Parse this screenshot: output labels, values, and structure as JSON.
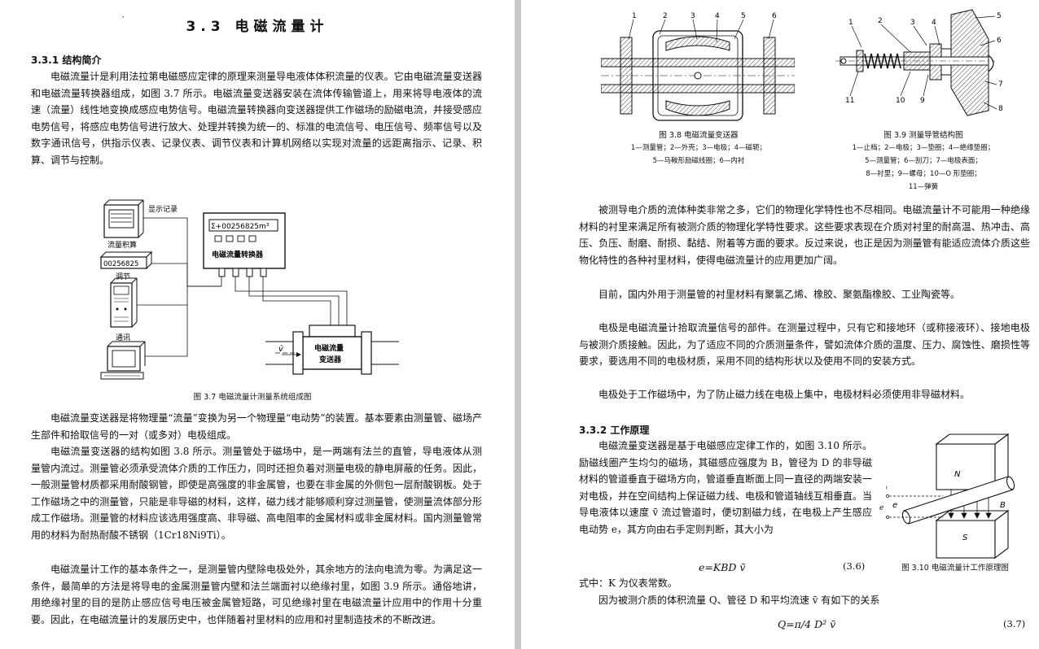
{
  "left_page": {
    "stray_mark": "′",
    "chapter_title": "3.3  电磁流量计",
    "section_331_title": "3.3.1  结构简介",
    "para_1": "电磁流量计是利用法拉第电磁感应定律的原理来测量导电液体体积流量的仪表。它由电磁流量变送器和电磁流量转换器组成，如图 3.7 所示。电磁流量变送器安装在流体传输管道上，用来将导电液体的流速（流量）线性地变换成感应电势信号。电磁流量转换器向变送器提供工作磁场的励磁电流，并接受感应电势信号，将感应电势信号进行放大、处理并转换为统一的、标准的电流信号、电压信号、频率信号以及数字通讯信号，供指示仪表、记录仪表、调节仪表和计算机网络以实现对流量的远距离指示、记录、积算、调节与控制。",
    "fig37": {
      "label_display": "显示记录",
      "label_totalizer": "流量积算",
      "totalizer_value": "00256825",
      "label_regulate": "调节",
      "label_comm": "通讯",
      "converter_readout": "Σ+00256825m³",
      "converter_name": "电磁流量转换器",
      "flow_symbol": "v̄",
      "transmitter_line1": "电磁流量",
      "transmitter_line2": "变送器",
      "caption": "图 3.7   电磁流量计测量系统组成图"
    },
    "para_2": "电磁流量变送器是将物理量“流量”变换为另一个物理量“电动势”的装置。基本要素由测量管、磁场产生部件和拾取信号的一对（或多对）电极组成。",
    "para_3": "电磁流量变送器的结构如图 3.8 所示。测量管处于磁场中，是一两端有法兰的直管，导电液体从测量管内流过。测量管必须承受流体介质的工作压力，同时还担负着对测量电极的静电屏蔽的任务。因此，一般测量管材质都采用耐酸钢管，即使是高强度的非金属管，也要在非金属的外侧包一层耐酸钢板。处于工作磁场之中的测量管，只能是非导磁的材料，这样，磁力线才能够顺利穿过测量管，使测量流体部分形成工作磁场。测量管的材料应该选用强度高、非导磁、高电阻率的金属材料或非金属材料。国内测量管常用的材料为耐热耐酸不锈钢（1Cr18Ni9Ti）。",
    "para_4": "电磁流量计工作的基本条件之一，是测量管内壁除电极处外，其余地方的法向电流为零。为满足这一条件，最简单的方法是将导电的金属测量管内壁和法兰端面衬以绝缘衬里，如图 3.9 所示。通俗地讲，用绝缘衬里的目的是防止感应信号电压被金属管短路，可见绝缘衬里在电磁流量计应用中的作用十分重要。因此，在电磁流量计的发展历史中，也伴随着衬里材料的应用和衬里制造技术的不断改进。"
  },
  "right_page": {
    "fig38": {
      "numbers": [
        "1",
        "2",
        "3",
        "4",
        "5",
        "6"
      ],
      "caption_title": "图 3.8   电磁流量变送器",
      "caption_line1": "1—测量管；2—外壳；3—电极；4—磁轭；",
      "caption_line2": "5—马鞍形励磁线圈；6—内衬"
    },
    "fig39": {
      "numbers_top": [
        "1",
        "2",
        "3",
        "4",
        "5",
        "6",
        "7",
        "8"
      ],
      "numbers_bottom": [
        "11",
        "10",
        "9"
      ],
      "caption_title": "图 3.9   测量导管结构图",
      "caption_line1": "1—止档；2—电极；3—垫圈；4—绝缘垫圈；",
      "caption_line2": "5—测量管；6—刮刀；7—电极表面；",
      "caption_line3": "8—衬里；9—螺母；10—O 形垫圈；",
      "caption_line4": "11—弹簧"
    },
    "para_5": "被测导电介质的流体种类非常之多，它们的物理化学特性也不尽相同。电磁流量计不可能用一种绝缘材料的衬里来满足所有被测介质的物理化学特性要求。这些要求表现在介质对衬里的耐高温、热冲击、高压、负压、耐磨、耐损、黏结、附着等方面的要求。反过来说，也正是因为测量管有能适应流体介质这些物化特性的各种衬里材料，使得电磁流量计的应用更加广阔。",
    "para_6": "目前，国内外用于测量管的衬里材料有聚氯乙烯、橡胶、聚氨酯橡胶、工业陶瓷等。",
    "para_7": "电极是电磁流量计拾取流量信号的部件。在测量过程中，只有它和接地环（或称接液环）、接地电极与被测介质接触。因此，为了适应不同的介质测量条件，譬如流体介质的温度、压力、腐蚀性、磨损性等要求，要选用不同的电极材质，采用不同的结构形状以及使用不同的安装方式。",
    "para_8": "电极处于工作磁场中，为了防止磁力线在电极上集中，电极材料必须使用非导磁材料。",
    "section_332_title": "3.3.2  工作原理",
    "para_9": "电磁流量变送器是基于电磁感应定律工作的，如图 3.10 所示。励磁线圈产生均匀的磁场，其磁感应强度为 B，管径为 D 的非导磁材料的管道垂直于磁场方向，管道垂直断面上同一直径的两端安装一对电极，并在空间结构上保证磁力线、电极和管道轴线互相垂直。当导电液体以速度 v̄ 流过管道时，便切割磁力线，在电极上产生感应电动势 e，其方向由右手定则判断，其大小为",
    "fig310": {
      "label_N": "N",
      "label_S": "S",
      "label_B": "B",
      "label_v": "v̄",
      "label_e1": "e",
      "label_e2": "e",
      "caption": "图 3.10   电磁流量计工作原理图"
    },
    "formula_36": "e=KBD v̄",
    "formula_36_num": "(3.6)",
    "para_10": "式中：K 为仪表常数。",
    "para_11": "因为被测介质的体积流量 Q、管径 D 和平均流速 v̄ 有如下的关系",
    "formula_37": "Q=π/4 D² v̄",
    "formula_37_num": "(3.7)"
  }
}
